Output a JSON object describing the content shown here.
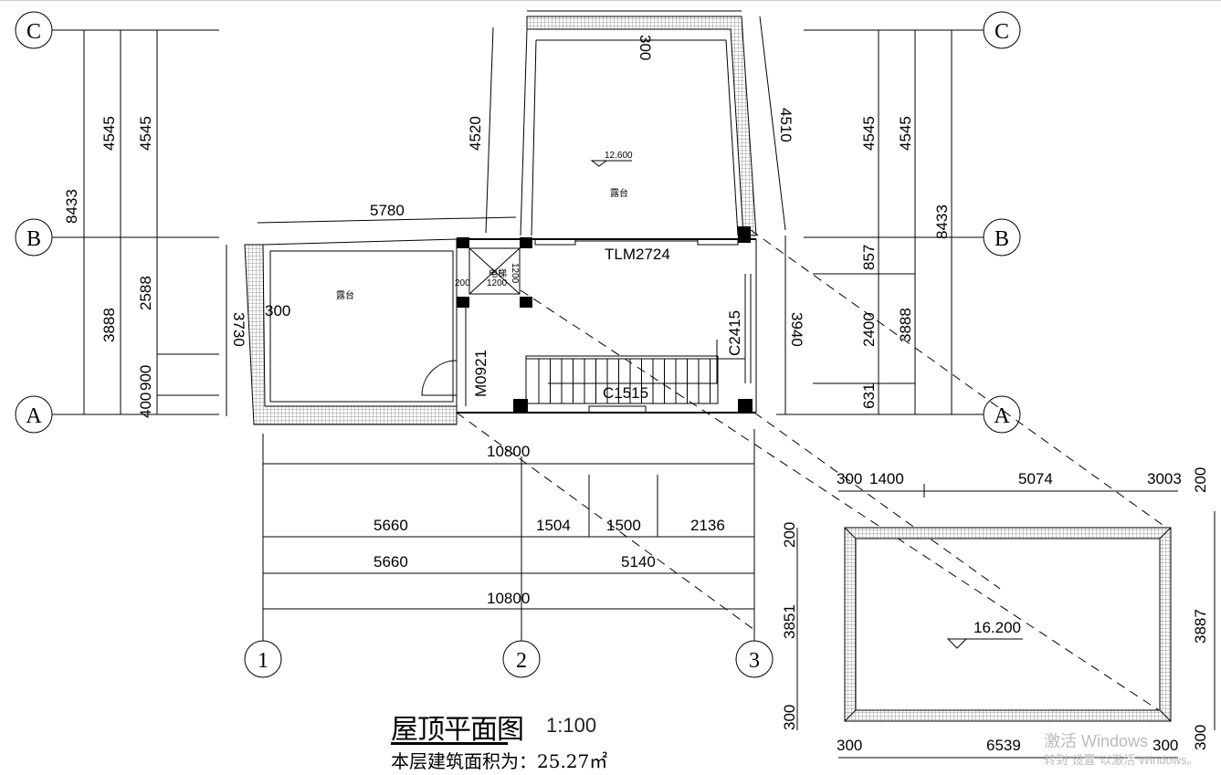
{
  "axes": {
    "c": "C",
    "b": "B",
    "a": "A",
    "n1": "1",
    "n2": "2",
    "n3": "3"
  },
  "left_dims": {
    "d8433": "8433",
    "d4545a": "4545",
    "d4545b": "4545",
    "d3888": "3888",
    "d2588": "2588",
    "d900": "900",
    "d400": "400",
    "d3730": "3730",
    "d300": "300",
    "d5780": "5780"
  },
  "right_dims": {
    "d4545a": "4545",
    "d4545b": "4545",
    "d8433": "8433",
    "d857": "857",
    "d2400": "2400",
    "d3888": "3888",
    "d631": "631",
    "d3940": "3940",
    "d4510": "4510",
    "d4520": "4520",
    "d300top": "300"
  },
  "labels": {
    "terrace1": "露台",
    "terrace2": "露台",
    "elev1": "12.600",
    "tlm": "TLM2724",
    "c2415": "C2415",
    "m0921": "M0921",
    "c1515": "C1515",
    "elev_box": "电梯",
    "e200": "200",
    "e1200a": "1200",
    "e1200b": "1200"
  },
  "bottom_dims": {
    "total1": "10800",
    "a5660": "5660",
    "a1504": "1504",
    "a1500": "1500",
    "a2136": "2136",
    "b5660": "5660",
    "b5140": "5140",
    "total2": "10800"
  },
  "roof_plan": {
    "t300a": "300",
    "t1400": "1400",
    "t5074": "5074",
    "t3003": "3003",
    "r200": "200",
    "l200": "200",
    "l3851": "3851",
    "r3887": "3887",
    "l300": "300",
    "r300": "300",
    "elev": "16.200",
    "b300a": "300",
    "b6539": "6539",
    "b300b": "300"
  },
  "title": {
    "name": "屋顶平面图",
    "scale": "1:100",
    "area": "本层建筑面积为：25.27㎡"
  },
  "watermark": {
    "line1": "激活 Windows",
    "line2": "转到\"设置\"以激活 Windows。"
  }
}
